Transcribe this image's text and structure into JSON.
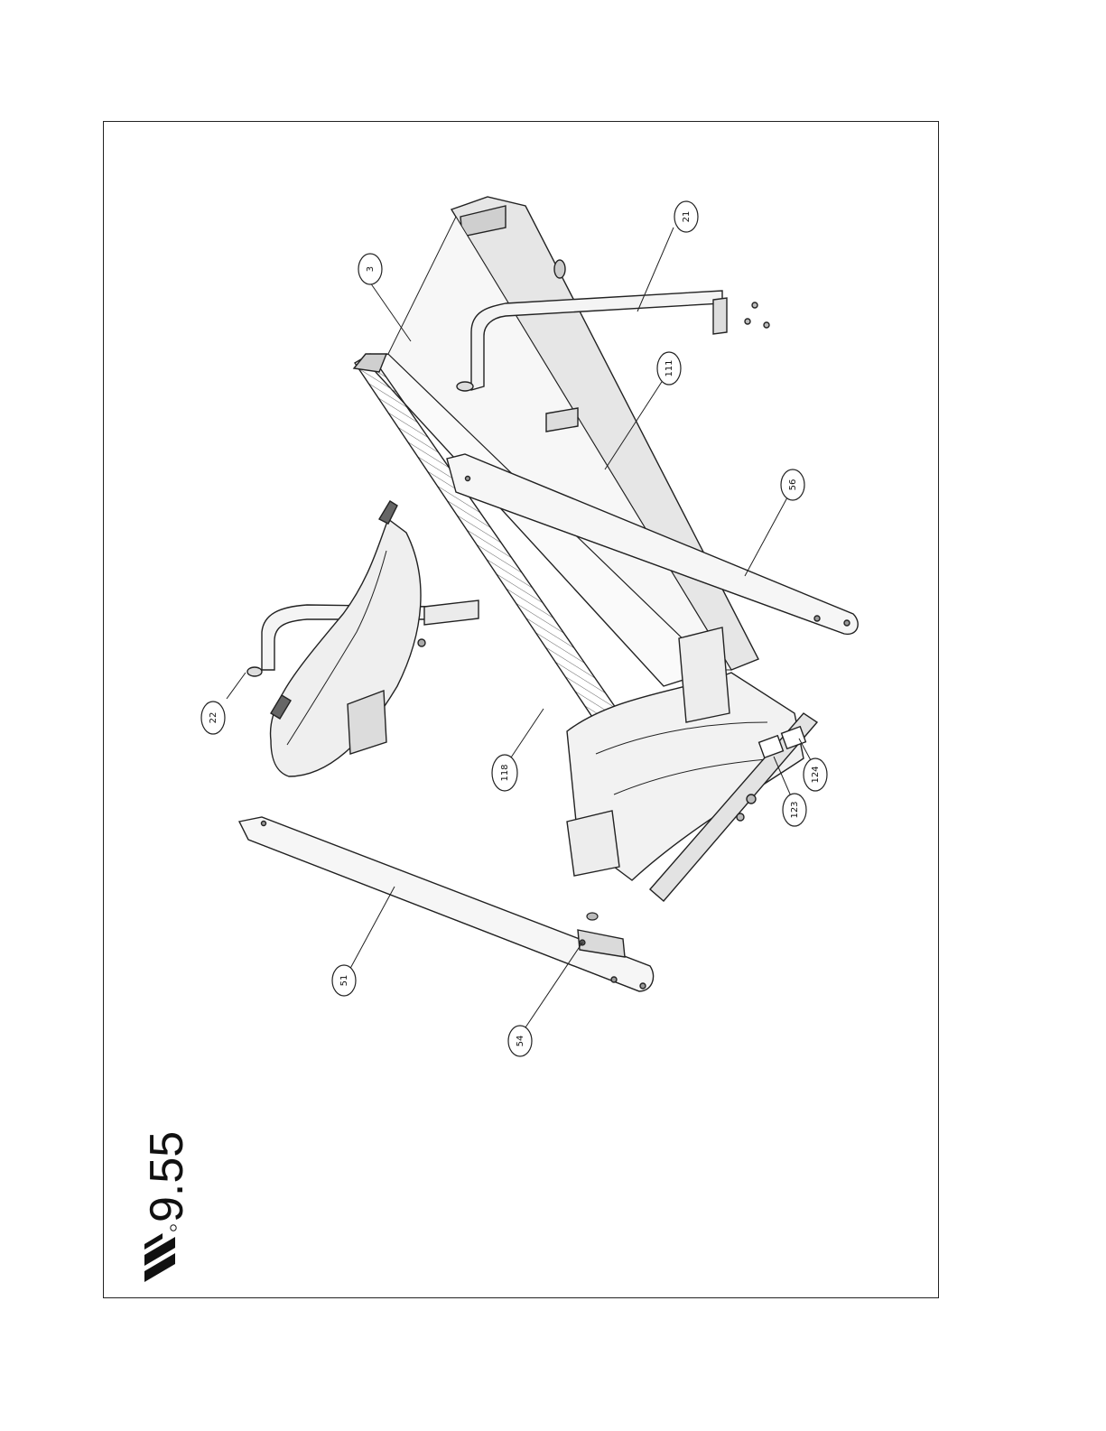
{
  "model_logo": {
    "text": "9.55",
    "icon": "brand-slash-logo-icon"
  },
  "callouts": [
    {
      "id": "22",
      "label": "22"
    },
    {
      "id": "3",
      "label": "3"
    },
    {
      "id": "21",
      "label": "21"
    },
    {
      "id": "111",
      "label": "111"
    },
    {
      "id": "56",
      "label": "56"
    },
    {
      "id": "118",
      "label": "118"
    },
    {
      "id": "51",
      "label": "51"
    },
    {
      "id": "54",
      "label": "54"
    },
    {
      "id": "123",
      "label": "123"
    },
    {
      "id": "124",
      "label": "124"
    }
  ],
  "colors": {
    "line": "#222222",
    "fill": "#f4f4f4",
    "shade": "#dcdcdc"
  }
}
